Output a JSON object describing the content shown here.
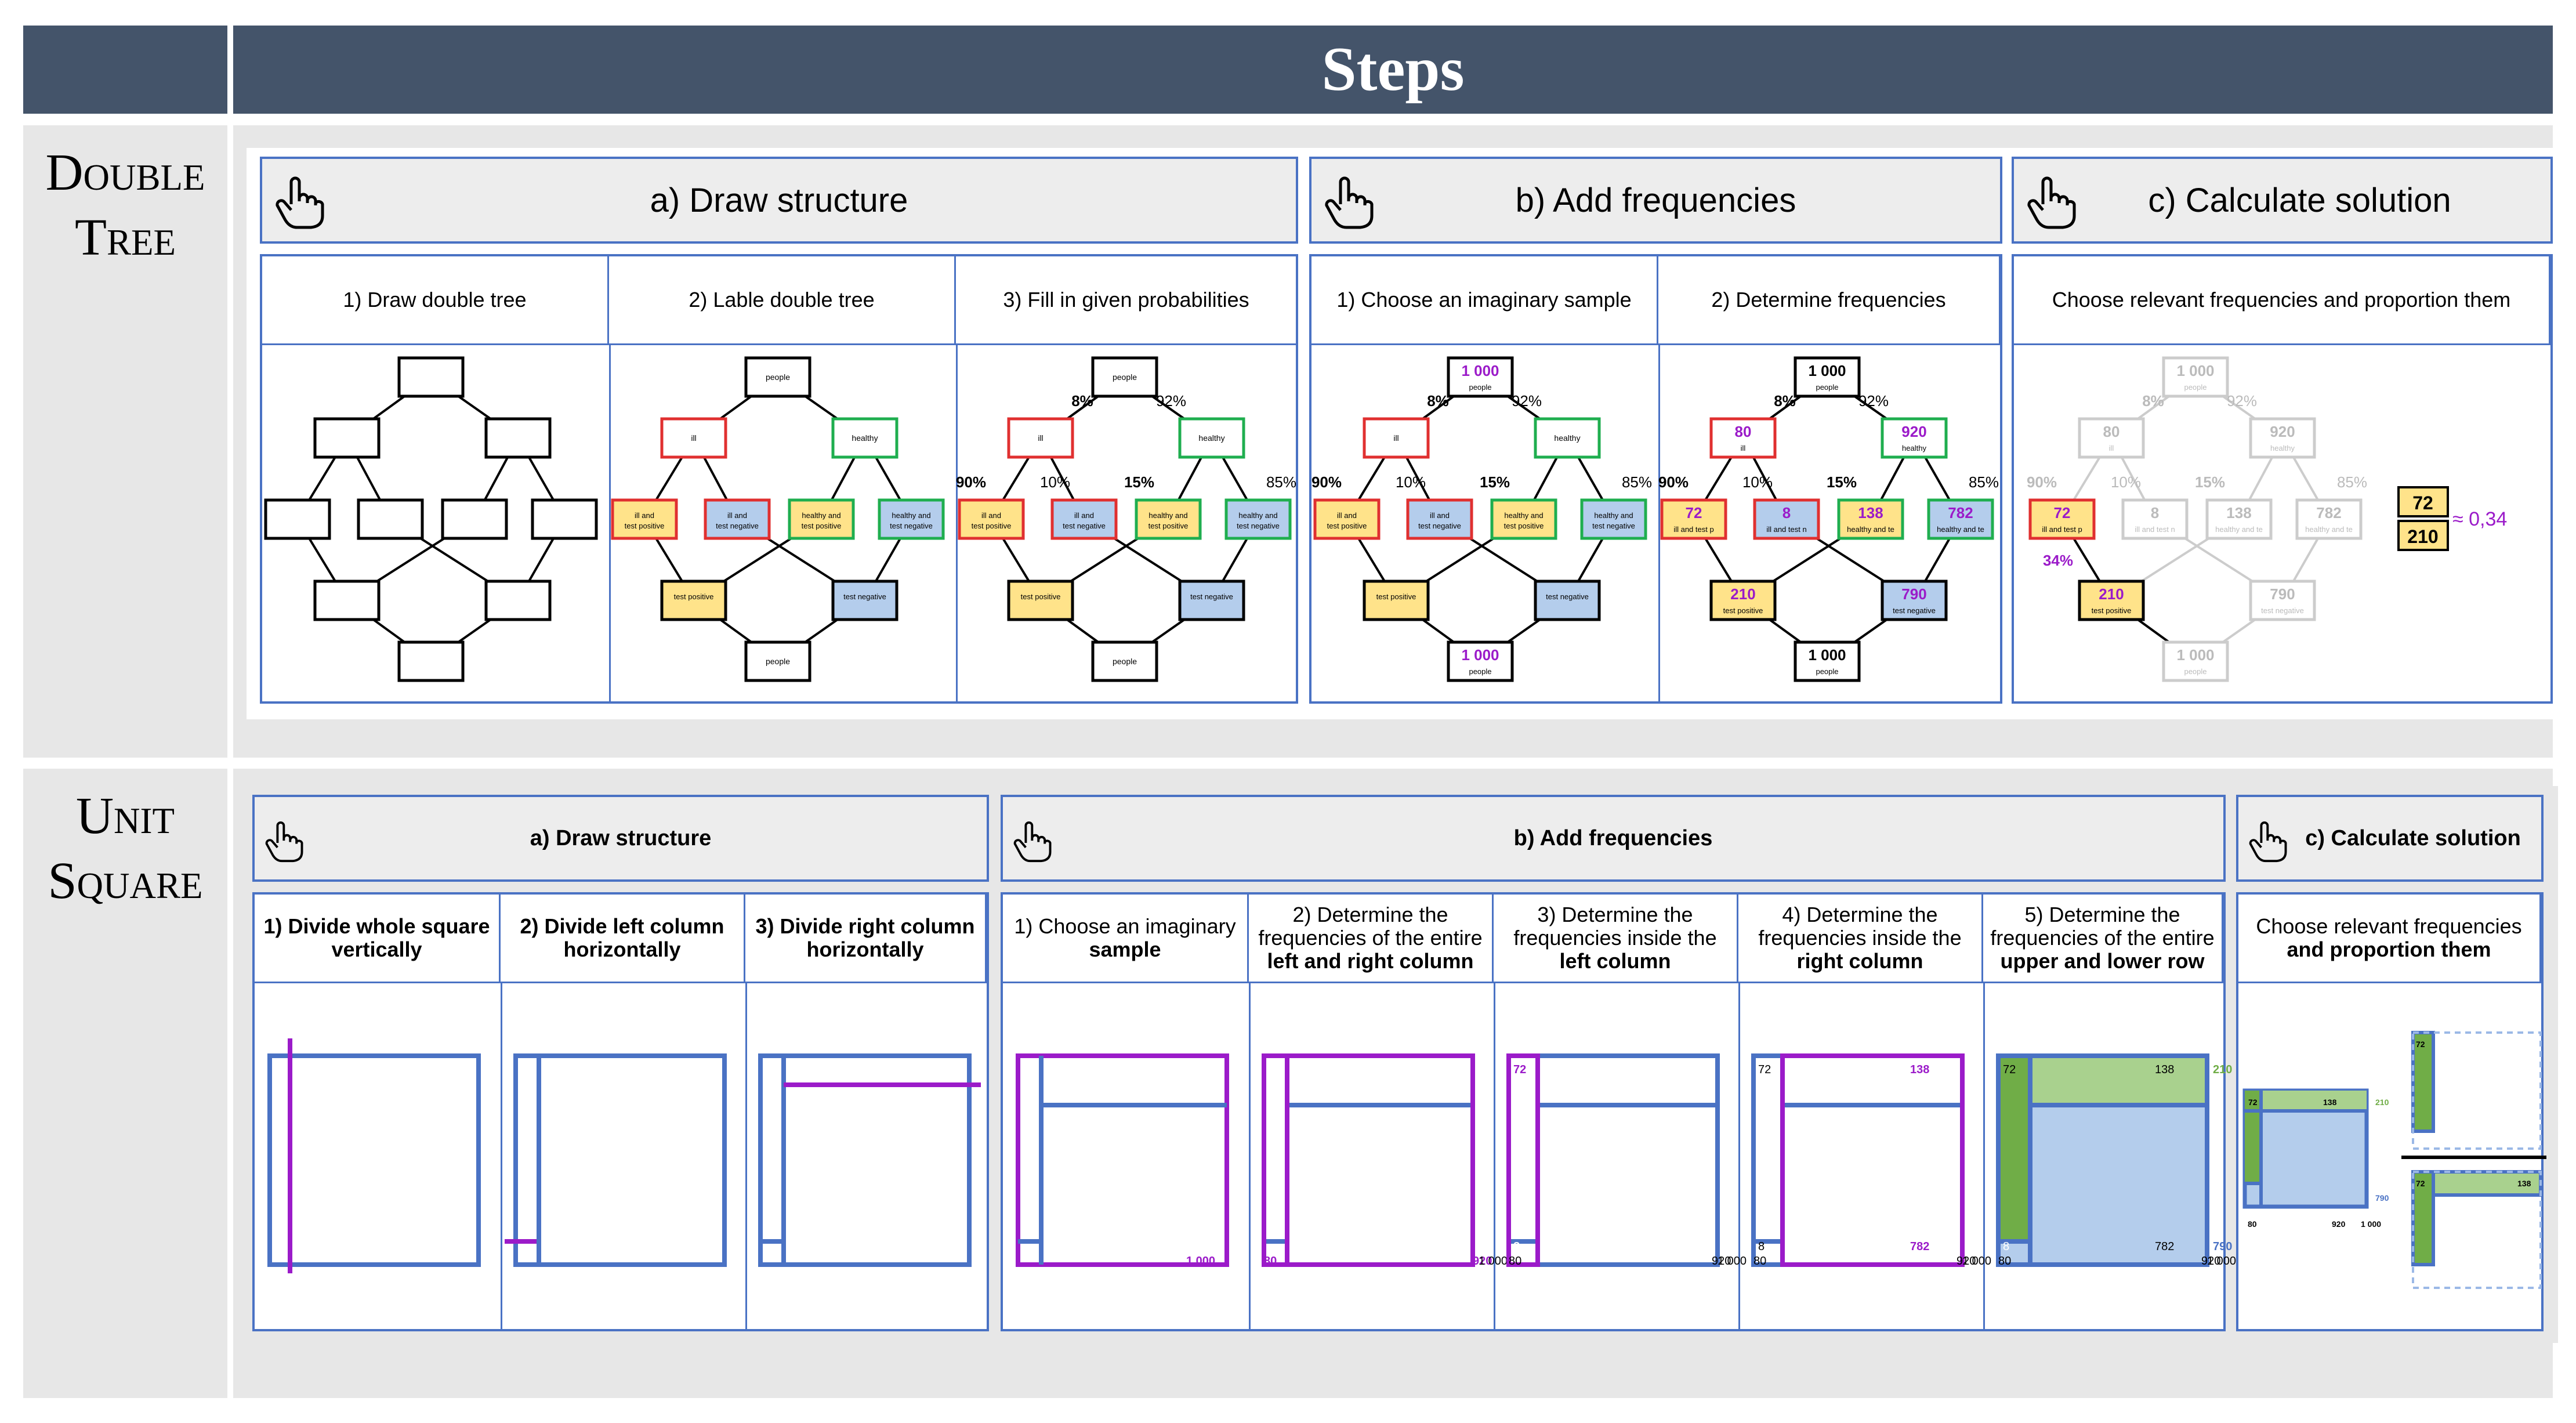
{
  "header": {
    "title": "Steps"
  },
  "rows": {
    "double_tree": {
      "label_line1": "Double",
      "label_line2": "Tree"
    },
    "unit_square": {
      "label_line1": "Unit",
      "label_line2": "Square"
    }
  },
  "double_tree": {
    "step_a": "a) Draw structure",
    "step_b": "b) Add frequencies",
    "step_c": "c) Calculate solution",
    "sub": [
      "1) Draw double tree",
      "2) Lable double tree",
      "3) Fill in given probabilities",
      "1) Choose an imaginary sample",
      "2) Determine frequencies",
      "Choose relevant frequencies and proportion them"
    ],
    "labels": {
      "people": "people",
      "ill": "ill",
      "healthy": "healthy",
      "ill_pos": "ill and test positive",
      "ill_neg": "ill and test negative",
      "healthy_pos": "healthy and test positive",
      "healthy_neg": "healthy and test negative",
      "test_pos": "test positive",
      "test_neg": "test negative"
    },
    "probabilities": {
      "p_ill": "8%",
      "p_healthy": "92%",
      "p_ill_pos": "90%",
      "p_ill_neg": "10%",
      "p_healthy_pos": "15%",
      "p_healthy_neg": "85%",
      "p_result": "34%"
    },
    "frequencies": {
      "total": "1 000",
      "ill": "80",
      "healthy": "920",
      "ill_pos": "72",
      "ill_neg": "8",
      "healthy_pos": "138",
      "healthy_neg": "782",
      "test_pos": "210",
      "test_neg": "790"
    },
    "result": {
      "numerator": "72",
      "denominator": "210",
      "approx": "≈ 0,34"
    }
  },
  "unit_square": {
    "step_a": "a) Draw structure",
    "step_b": "b) Add frequencies",
    "step_c": "c) Calculate solution",
    "sub": [
      [
        "1) Divide whole square",
        "vertically"
      ],
      [
        "2) Divide left column",
        "horizontally"
      ],
      [
        "3) Divide right column",
        "horizontally"
      ],
      [
        "1) Choose an imaginary",
        "sample"
      ],
      [
        "2) Determine the",
        "frequencies of the entire",
        "left and right column"
      ],
      [
        "3) Determine the",
        "frequencies inside the",
        "left column"
      ],
      [
        "4) Determine the",
        "frequencies inside the",
        "right column"
      ],
      [
        "5) Determine the",
        "frequencies of the entire",
        "upper and lower row"
      ],
      [
        "Choose relevant frequencies",
        "and proportion them"
      ]
    ],
    "values": {
      "total": "1 000",
      "left": "80",
      "right": "920",
      "a": "72",
      "b": "8",
      "c": "138",
      "d": "782",
      "row_top": "210",
      "row_bottom": "790"
    }
  },
  "colors": {
    "header": "#44546a",
    "blue": "#4a72c4",
    "purple": "#9b1bc9",
    "red": "#e03030",
    "green": "#1fae4f",
    "yellow": "#ffe38a",
    "lightblue": "#b4cdec",
    "sqgreen": "#70ad47"
  },
  "icons": [
    "hand-pointer-icon"
  ]
}
